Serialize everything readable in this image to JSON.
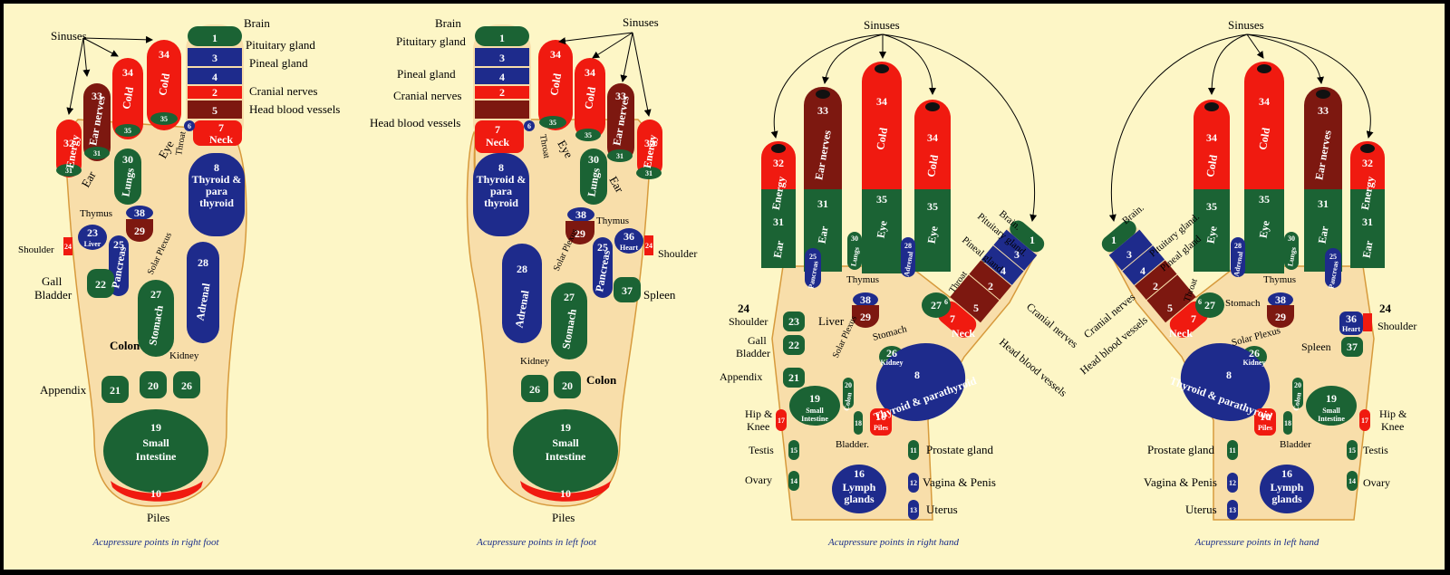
{
  "colors": {
    "background": "#fdf6c6",
    "skin": "#f8deaa",
    "outline": "#d79a3c",
    "green": "#1b6334",
    "blue": "#1e2b8c",
    "red": "#f01a10",
    "maroon": "#7d1810",
    "caption": "#1a2d8a"
  },
  "right_foot": {
    "caption": "Acupressure points in right foot",
    "labels": {
      "sinuses": "Sinuses",
      "brain": "Brain",
      "pituitary": "Pituitary gland",
      "pineal": "Pineal gland",
      "cranial": "Cranial nerves",
      "head_vessels": "Head blood vessels",
      "ear": "Ear",
      "eye": "Eye",
      "throat": "Throat",
      "thymus": "Thymus",
      "shoulder": "Shoulder",
      "gall": "Gall",
      "bladder": "Bladder",
      "colon": "Colon",
      "kidney": "Kidney",
      "appendix": "Appendix",
      "piles": "Piles",
      "solar_plexus": "Solar Plexus"
    },
    "points": {
      "brain": "1",
      "pituitary": "3",
      "pineal": "4",
      "cranial": "2",
      "vessels": "5",
      "neck_num": "7",
      "neck": "Neck",
      "throat_num": "6",
      "energy_num": "32",
      "energy": "Energy",
      "ear_nerves_num": "33",
      "ear_nerves": "Ear nerves",
      "cold_a_num": "34",
      "cold_a": "Cold",
      "cold_b_num": "34",
      "cold_b": "Cold",
      "ear_a": "31",
      "ear_b": "31",
      "eye_a": "35",
      "eye_b": "35",
      "lungs_num": "30",
      "lungs": "Lungs",
      "thyroid_num": "8",
      "thyroid": "Thyroid & para thyroid",
      "thymus": "38",
      "p29": "29",
      "shoulder": "24",
      "liver_num": "23",
      "liver": "Liver",
      "pancreas_num": "25",
      "pancreas": "Pancreas",
      "gall": "22",
      "adrenal_num": "28",
      "adrenal": "Adrenal",
      "stomach_num": "27",
      "stomach": "Stomach",
      "colon": "20",
      "kidney": "26",
      "appendix": "21",
      "small_num": "19",
      "small_a": "Small",
      "small_b": "Intestine",
      "piles": "10"
    }
  },
  "left_foot": {
    "caption": "Acupressure points in left foot",
    "labels": {
      "sinuses": "Sinuses",
      "brain": "Brain",
      "pituitary": "Pituitary gland",
      "pineal": "Pineal gland",
      "cranial": "Cranial nerves",
      "head_vessels": "Head blood vessels",
      "eye": "Eye",
      "ear": "Ear",
      "throat": "Throat",
      "thymus": "Thymus",
      "shoulder": "Shoulder",
      "spleen": "Spleen",
      "kidney": "Kidney",
      "colon": "Colon",
      "piles": "Piles",
      "solar_plexus": "Solar Plexus"
    },
    "points": {
      "brain": "1",
      "pituitary": "3",
      "pineal": "4",
      "cranial": "2",
      "neck_num": "7",
      "neck": "Neck",
      "throat_num": "6",
      "cold_a_num": "34",
      "cold_a": "Cold",
      "cold_b_num": "34",
      "cold_b": "Cold",
      "ear_nerves_num": "33",
      "ear_nerves": "Ear nerves",
      "energy_num": "32",
      "energy": "Energy",
      "eye_a": "35",
      "eye_b": "35",
      "ear_a": "31",
      "ear_b": "31",
      "lungs_num": "30",
      "lungs": "Lungs",
      "thyroid_num": "8",
      "thyroid": "Thyroid & para thyroid",
      "thymus": "38",
      "p29": "29",
      "heart_num": "36",
      "heart": "Heart",
      "shoulder": "24",
      "pancreas_num": "25",
      "pancreas": "Pancreas",
      "spleen": "37",
      "adrenal_num": "28",
      "adrenal": "Adrenal",
      "stomach_num": "27",
      "stomach": "Stomach",
      "kidney": "26",
      "colon": "20",
      "small_num": "19",
      "small_a": "Small",
      "small_b": "Intestine",
      "piles": "10"
    }
  },
  "right_hand": {
    "caption": "Acupressure points in right hand",
    "labels": {
      "sinuses": "Sinuses",
      "brain": "Brain.",
      "pituitary": "Pituitary gland.",
      "pineal": "Pineal gland",
      "cranial": "Cranial nerves",
      "head_vessels": "Head blood vessels",
      "thymus": "Thymus",
      "shoulder_num": "24",
      "shoulder": "Shoulder",
      "liver": "Liver",
      "gall": "Gall",
      "bladder": "Bladder",
      "appendix": "Appendix",
      "stomach": "Stomach",
      "solar_plexus": "Solar Plexus",
      "hip": "Hip &",
      "knee": "Knee",
      "bladder2": "Bladder.",
      "testis": "Testis",
      "ovary": "Ovary",
      "prostate": "Prostate gland",
      "vagina": "Vagina & Penis",
      "uterus": "Uterus",
      "throat": "Throat"
    },
    "points": {
      "energy_num": "32",
      "energy": "Energy",
      "ear_nerves_num": "33",
      "ear_nerves": "Ear nerves",
      "cold_a_num": "34",
      "cold_a": "Cold",
      "cold_b_num": "34",
      "cold_b": "Cold",
      "ear_a_num": "31",
      "ear_a": "Ear",
      "ear_b_num": "31",
      "ear_b": "Ear",
      "eye_a_num": "35",
      "eye_a": "Eye",
      "eye_b_num": "35",
      "eye_b": "Eye",
      "pancreas_num": "25",
      "pancreas": "Pancreas",
      "lungs_num": "30",
      "lungs": "Lungs",
      "adrenal_num": "28",
      "adrenal": "Adrenal",
      "brain": "1",
      "pituitary": "3",
      "pineal": "4",
      "cranial": "2",
      "vessels": "5",
      "neck_num": "7",
      "neck": "Neck",
      "throat_num": "6",
      "thymus": "38",
      "p29": "29",
      "stomach": "27",
      "liver": "23",
      "gall": "22",
      "appendix": "21",
      "kidney_num": "26",
      "kidney": "Kidney",
      "thyroid_num": "8",
      "thyroid": "Thyroid & parathyroid",
      "colon_num": "20",
      "colon": "Colon",
      "small_num": "19",
      "small_a": "Small",
      "small_b": "Intestine",
      "hip": "17",
      "bladder_pt": "18",
      "piles_num": "10",
      "piles": "Piles",
      "testis": "15",
      "ovary": "14",
      "prostate": "11",
      "vagina": "12",
      "uterus": "13",
      "lymph_num": "16",
      "lymph_a": "Lymph",
      "lymph_b": "glands"
    }
  },
  "left_hand": {
    "caption": "Acupressure points in left hand",
    "labels": {
      "sinuses": "Sinuses",
      "brain": "Brain.",
      "pituitary": "Pituitary gland.",
      "pineal": "Pineal gland",
      "cranial": "Cranial nerves",
      "head_vessels": "Head blood vessels",
      "throat": "Throat",
      "stomach": "Stomach",
      "thymus": "Thymus",
      "shoulder_num": "24",
      "shoulder": "Shoulder",
      "solar_plexus": "Solar Plexus",
      "spleen": "Spleen",
      "hip": "Hip &",
      "knee": "Knee",
      "bladder": "Bladder",
      "prostate": "Prostate gland",
      "testis": "Testis",
      "vagina": "Vagina & Penis",
      "ovary": "Ovary",
      "uterus": "Uterus"
    },
    "points": {
      "cold_a_num": "34",
      "cold_a": "Cold",
      "cold_b_num": "34",
      "cold_b": "Cold",
      "ear_nerves_num": "33",
      "ear_nerves": "Ear nerves",
      "energy_num": "32",
      "energy": "Energy",
      "eye_a_num": "35",
      "eye_a": "Eye",
      "eye_b_num": "35",
      "eye_b": "Eye",
      "ear_a_num": "31",
      "ear_a": "Ear",
      "ear_b_num": "31",
      "ear_b": "Ear",
      "adrenal_num": "28",
      "adrenal": "Adrenal",
      "lungs_num": "30",
      "lungs": "Lungs",
      "pancreas_num": "25",
      "pancreas": "Pancreas",
      "brain": "1",
      "pituitary": "3",
      "pineal": "4",
      "cranial": "2",
      "vessels": "5",
      "neck_num": "7",
      "neck": "Neck",
      "throat_num": "6",
      "stomach": "27",
      "thymus": "38",
      "p29": "29",
      "heart_num": "36",
      "heart": "Heart",
      "kidney_num": "26",
      "kidney": "Kidney",
      "spleen": "37",
      "thyroid_num": "8",
      "thyroid": "Thyroid & parathyroid",
      "colon_num": "20",
      "colon": "Colon",
      "small_num": "19",
      "small_a": "Small",
      "small_b": "Intestine",
      "hip": "17",
      "bladder_pt": "18",
      "piles_num": "10",
      "piles": "Piles",
      "prostate": "11",
      "testis": "15",
      "vagina": "12",
      "ovary": "14",
      "uterus": "13",
      "lymph_num": "16",
      "lymph_a": "Lymph",
      "lymph_b": "glands"
    }
  }
}
